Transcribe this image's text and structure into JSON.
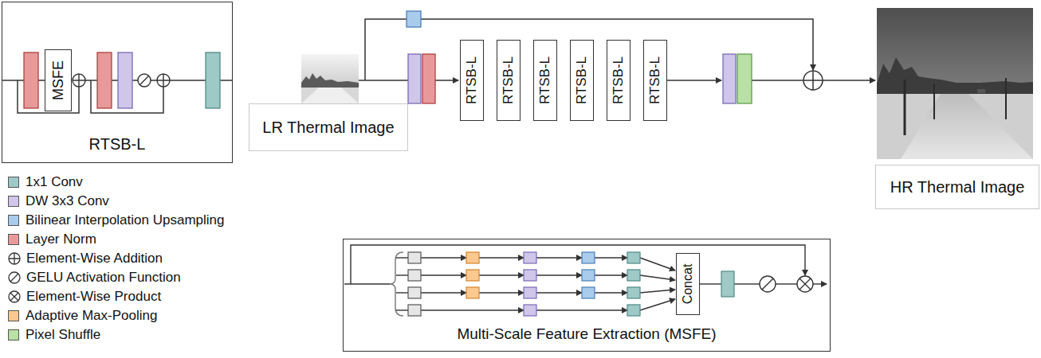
{
  "diagram": {
    "nodes": [
      {
        "text": [
          "RTSB-L"
        ]
      },
      {
        "text": [
          "MSFE"
        ],
        "in": 0
      },
      {
        "text": [
          "LR Thermal Image"
        ]
      },
      {
        "text": [
          "RTSB-L"
        ]
      },
      {
        "text": [
          "RTSB-L"
        ]
      },
      {
        "text": [
          "RTSB-L"
        ]
      },
      {
        "text": [
          "RTSB-L"
        ]
      },
      {
        "text": [
          "RTSB-L"
        ]
      },
      {
        "text": [
          "RTSB-L"
        ]
      },
      {
        "text": [
          "HR Thermal Image"
        ]
      },
      {
        "text": [
          "Multi-Scale Feature Extraction (MSFE)"
        ]
      },
      {
        "text": [
          "Concat"
        ],
        "in": 10
      }
    ],
    "legend": [
      {
        "text": "1x1 Conv",
        "color": "#9fc9c6"
      },
      {
        "text": "DW 3x3 Conv",
        "color": "#cfc6ea"
      },
      {
        "text": "Bilinear Interpolation Upsampling",
        "color": "#a9cbec"
      },
      {
        "text": "Layer Norm",
        "color": "#e89a9a"
      },
      {
        "text": "Element-Wise Addition"
      },
      {
        "text": "GELU Activation Function"
      },
      {
        "text": "Element-Wise Product"
      },
      {
        "text": "Adaptive Max-Pooling",
        "color": "#f9c98f"
      },
      {
        "text": "Pixel Shuffle",
        "color": "#b9e0a5"
      }
    ]
  }
}
